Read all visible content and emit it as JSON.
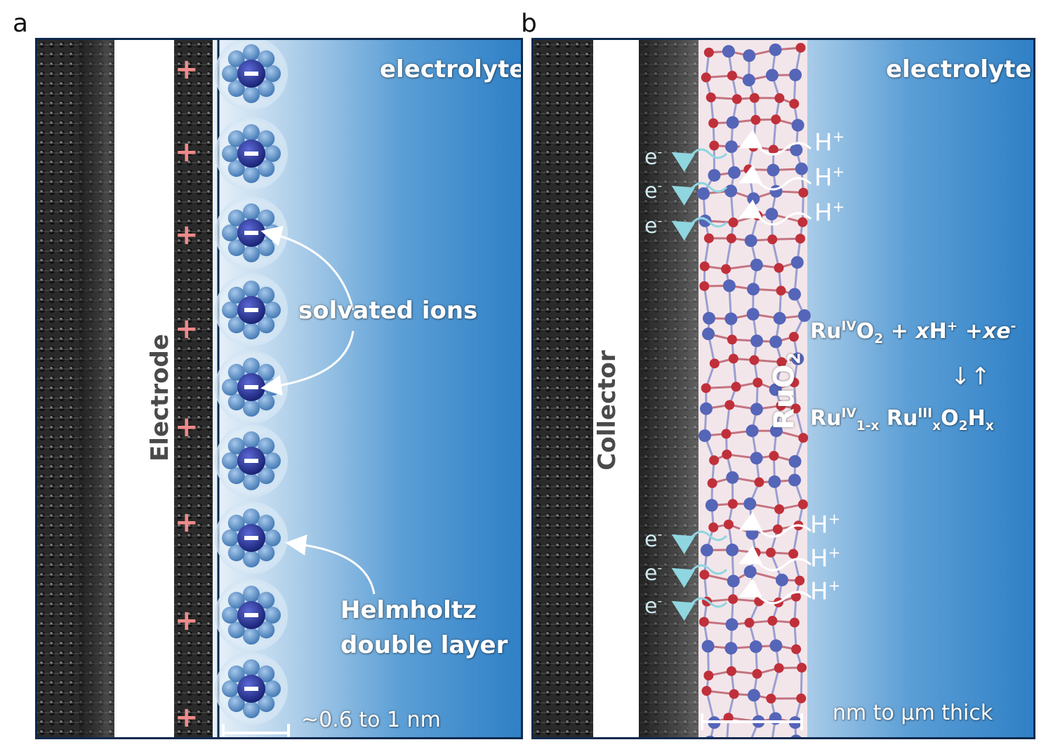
{
  "panels": {
    "a": {
      "letter": "a",
      "electrode_label": "Electrode",
      "electrolyte_label": "electrolyte",
      "solvated_label": "solvated ions",
      "helmholtz_line1": "Helmholtz",
      "helmholtz_line2": "double layer",
      "scale_label": "~0.6 to 1 nm",
      "charge_symbol": "+",
      "ion_symbol": "−"
    },
    "b": {
      "letter": "b",
      "collector_label": "Collector",
      "electrolyte_label": "electrolyte",
      "material_label": "RuO",
      "material_sub": "2",
      "eq1": {
        "a": "Ru",
        "a_sup": "IV",
        "b": "O",
        "b_sub": "2",
        "c": " + ",
        "d": "x",
        "e": "H",
        "e_sup": "+",
        "f": " +",
        "g": "x",
        "h": "e",
        "h_sup": "-"
      },
      "arrows": "↓↑",
      "eq2": {
        "a": "Ru",
        "a_sup": "IV",
        "a_sub": "1-x",
        "b": " Ru",
        "b_sup": "III",
        "b_sub": "x",
        "c": "O",
        "c_sub": "2",
        "d": "H",
        "d_sub": "x"
      },
      "proton": {
        "base": "H",
        "sup": "+"
      },
      "electron": {
        "base": "e",
        "sup": "-"
      },
      "scale_label": "nm to µm thick"
    }
  },
  "colors": {
    "border": "#0d2a4f",
    "plus": "#f08a8a",
    "ion_center": "#1e2a8a",
    "ion_shell": "#4f86c0",
    "oxygen": "#c0303a",
    "ruthenium": "#5565b8",
    "electron_arrow": "#8fd6e0"
  }
}
